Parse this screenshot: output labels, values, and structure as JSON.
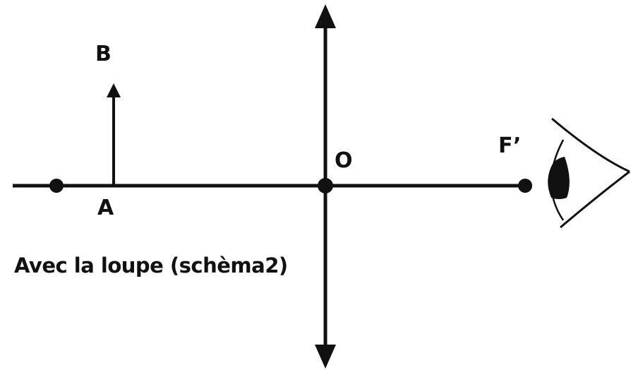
{
  "labels": {
    "B": "B",
    "A": "A",
    "O": "O",
    "F_prime": "F’"
  },
  "caption": "Avec la loupe (schèma2)",
  "colors": {
    "stroke": "#111111",
    "background": "#ffffff"
  }
}
